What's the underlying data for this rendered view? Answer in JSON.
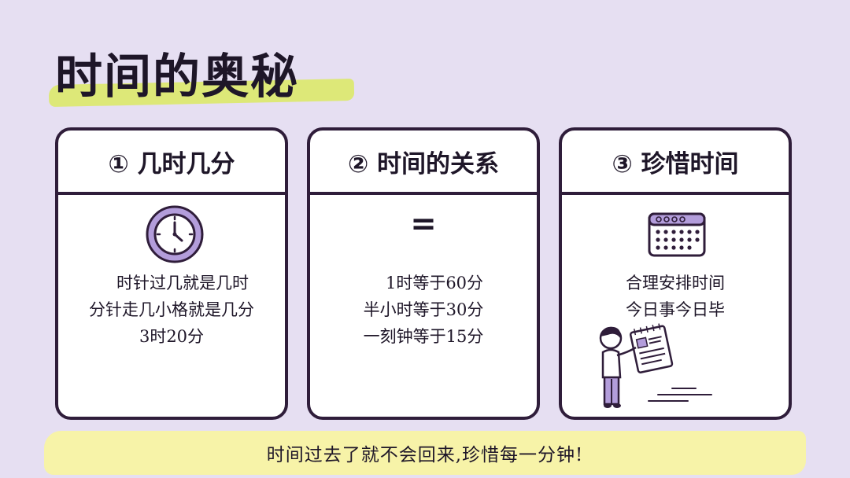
{
  "title": "时间的奥秘",
  "cards": [
    {
      "heading": "① 几时几分",
      "lines": [
        "时针过几就是几时",
        "分针走几小格就是几分",
        "3时20分"
      ],
      "icon": "clock-icon"
    },
    {
      "heading": "② 时间的关系",
      "symbol": "=",
      "lines": [
        "1时等于60分",
        "半小时等于30分",
        "一刻钟等于15分"
      ]
    },
    {
      "heading": "③ 珍惜时间",
      "lines": [
        "合理安排时间",
        "今日事今日毕"
      ],
      "icon": "calendar-icon",
      "illustration": "person-holding-list-illustration"
    }
  ],
  "footer": "时间过去了就不会回来,珍惜每一分钟!",
  "colors": {
    "background": "#e6dff2",
    "card_border": "#2f1d3a",
    "title_highlight": "#dbe96a",
    "footer_bg": "#f7f3a8",
    "accent_purple": "#b39ddb"
  }
}
